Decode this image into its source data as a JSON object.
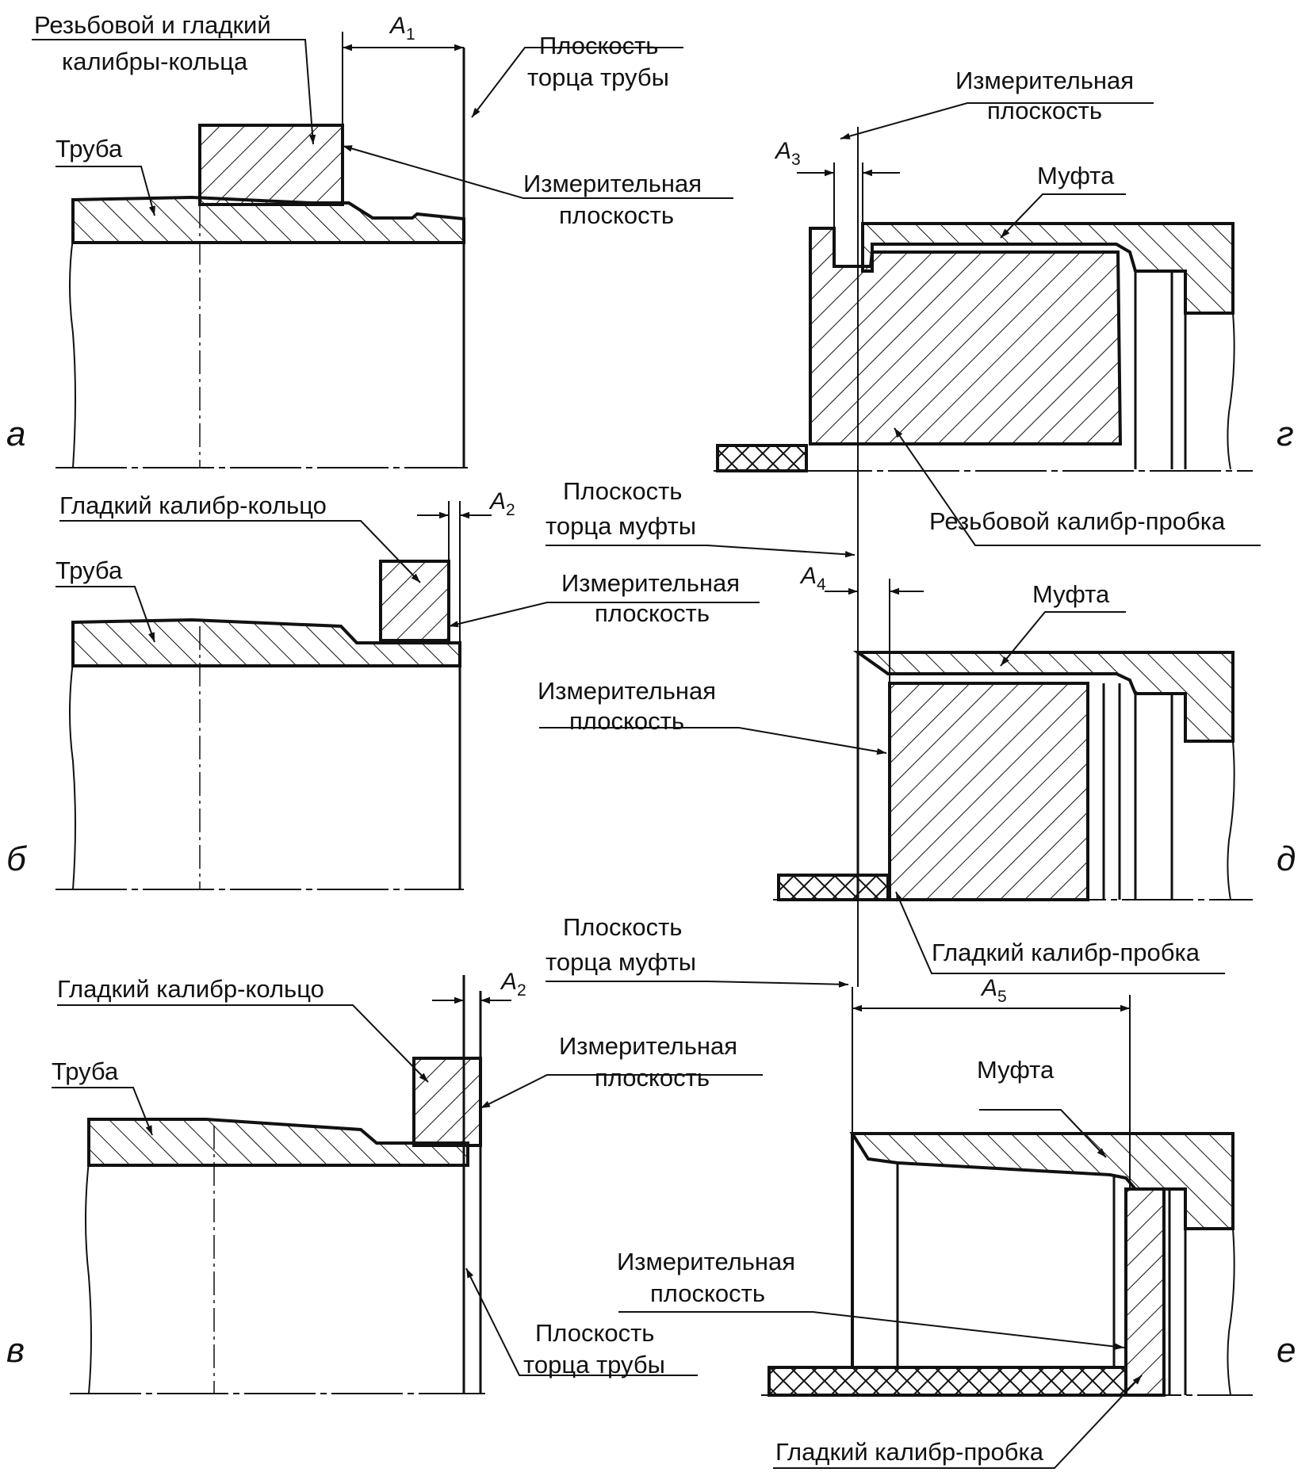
{
  "labels": {
    "ring_thread_smooth_1": "Резьбовой и гладкий",
    "ring_thread_smooth_2": "калибры-кольца",
    "pipe_end_plane_1": "Плоскость",
    "pipe_end_plane_2": "торца трубы",
    "pipe": "Труба",
    "meas_1": "Измерительная",
    "meas_2": "плоскость",
    "smooth_ring": "Гладкий калибр-кольцо",
    "coupling_end_plane_1": "Плоскость",
    "coupling_end_plane_2": "торца муфты",
    "coupling": "Муфта",
    "thread_plug": "Резьбовой калибр-пробка",
    "smooth_plug": "Гладкий калибр-пробка"
  },
  "dims": {
    "a1": "A",
    "a1_sub": "1",
    "a2": "A",
    "a2_sub": "2",
    "a3": "A",
    "a3_sub": "3",
    "a4": "A",
    "a4_sub": "4",
    "a5": "A",
    "a5_sub": "5"
  },
  "letters": {
    "a": "а",
    "b": "б",
    "v": "в",
    "g": "г",
    "d": "д",
    "e": "е"
  }
}
